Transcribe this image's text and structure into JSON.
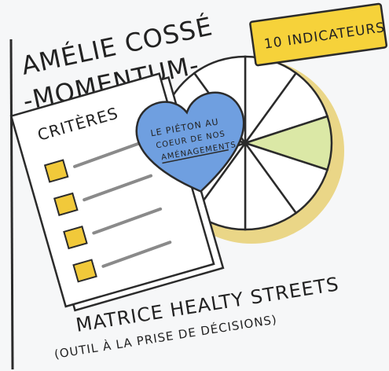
{
  "title": {
    "line1": "AMÉLIE COSSÉ",
    "line2": "-MOMENTUM-"
  },
  "badge": {
    "label": "10 INDICATEURS",
    "color": "#f6d23a"
  },
  "checklist": {
    "heading": "CRITÈRES",
    "checkbox_color": "#f1c93a",
    "items_count": 4
  },
  "heart": {
    "line1": "LE PIÉTON AU",
    "line2": "COEUR DE NOS",
    "line3": "AMÉNAGEMENTS",
    "color": "#6f9fe0"
  },
  "pie": {
    "segments": 10,
    "highlight_color": "#dbe8a6",
    "base_color": "#ffffff",
    "shadow_color": "#e9d27a"
  },
  "caption": {
    "line1": "MATRICE HEALTY STREETS",
    "line2": "(OUTIL À LA PRISE DE DÉCISIONS)"
  }
}
